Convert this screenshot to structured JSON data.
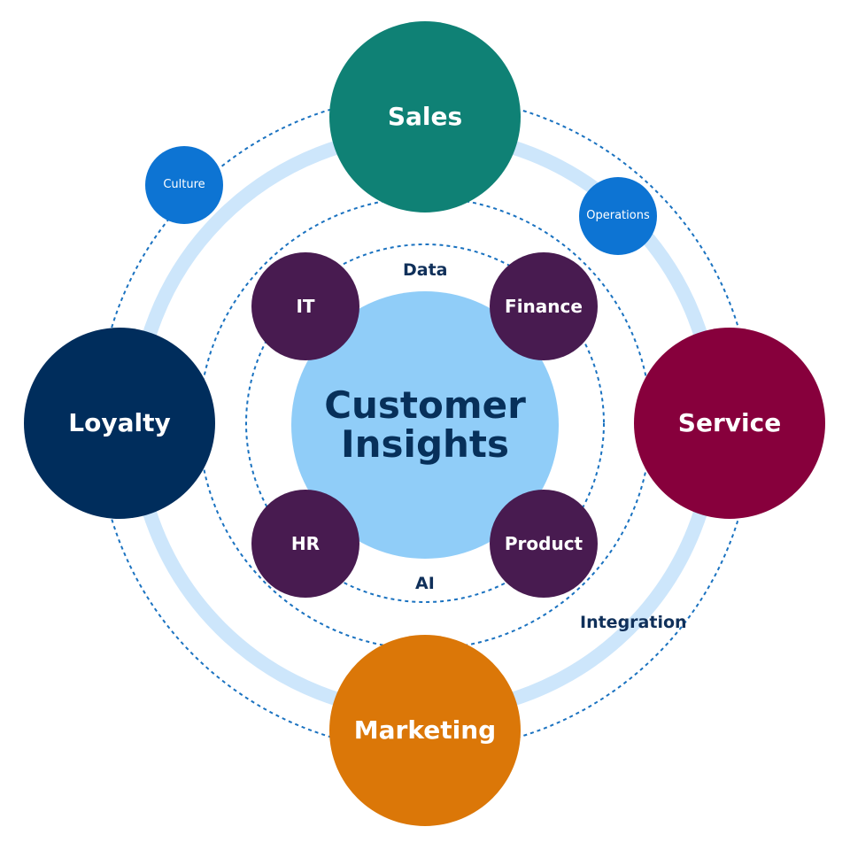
{
  "diagram": {
    "center": {
      "line1": "Customer",
      "line2": "Insights",
      "color": "#90cdf8",
      "text_color": "#07305a"
    },
    "primary_nodes": [
      {
        "id": "sales",
        "label": "Sales",
        "color": "#0f8175"
      },
      {
        "id": "service",
        "label": "Service",
        "color": "#87003c"
      },
      {
        "id": "marketing",
        "label": "Marketing",
        "color": "#db7708"
      },
      {
        "id": "loyalty",
        "label": "Loyalty",
        "color": "#002d5c"
      }
    ],
    "satellite_nodes": [
      {
        "id": "culture",
        "label": "Culture",
        "color": "#0d74d3"
      },
      {
        "id": "operations",
        "label": "Operations",
        "color": "#0d74d3"
      }
    ],
    "inner_nodes": [
      {
        "id": "it",
        "label": "IT",
        "color": "#481b50"
      },
      {
        "id": "finance",
        "label": "Finance",
        "color": "#481b50"
      },
      {
        "id": "hr",
        "label": "HR",
        "color": "#481b50"
      },
      {
        "id": "product",
        "label": "Product",
        "color": "#481b50"
      }
    ],
    "ring_labels": {
      "data": "Data",
      "ai": "AI",
      "integration": "Integration"
    },
    "ring_colors": {
      "dashed": "#1a72c0",
      "band": "#cde6fb"
    }
  }
}
